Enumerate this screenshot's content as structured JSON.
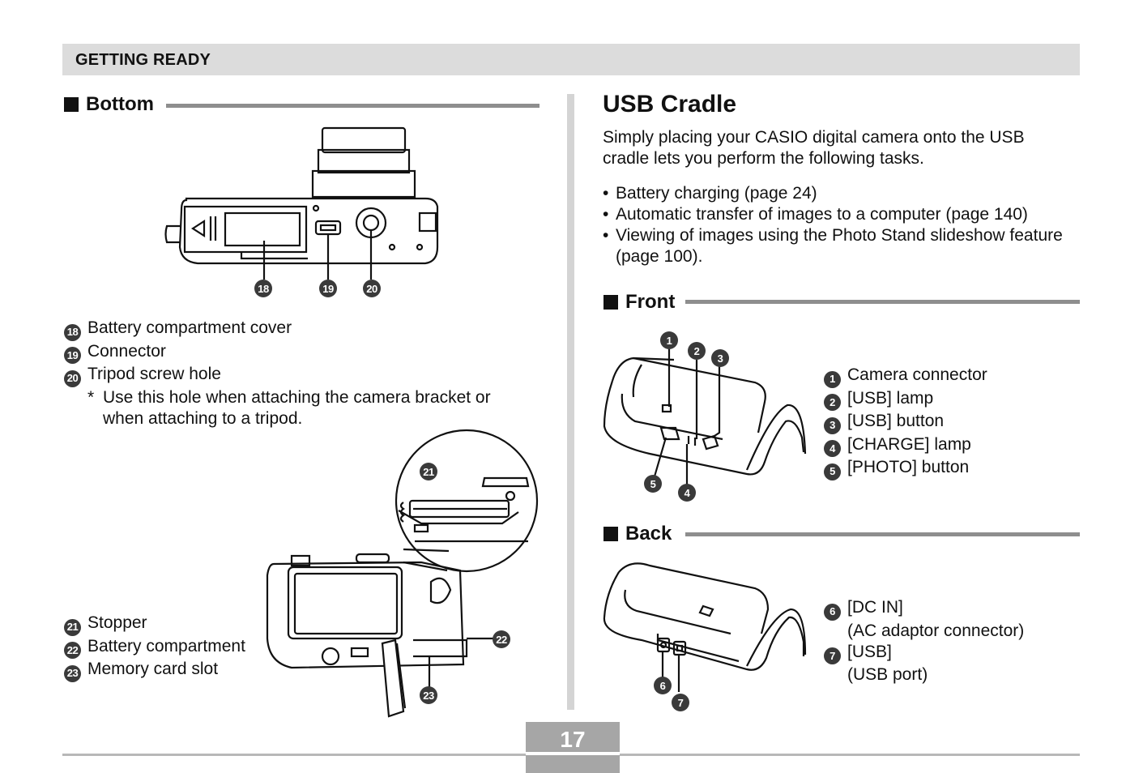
{
  "header": {
    "section_title": "GETTING READY"
  },
  "left": {
    "bottom": {
      "heading": "Bottom",
      "callouts": [
        "18",
        "19",
        "20"
      ],
      "items": [
        {
          "num": "18",
          "label": "Battery compartment cover"
        },
        {
          "num": "19",
          "label": "Connector"
        },
        {
          "num": "20",
          "label": "Tripod screw hole"
        }
      ],
      "note_mark": "*",
      "note": "Use this hole when attaching the camera bracket or when attaching to a tripod."
    },
    "battery": {
      "callouts": [
        "21",
        "22",
        "23"
      ],
      "items": [
        {
          "num": "21",
          "label": "Stopper"
        },
        {
          "num": "22",
          "label": "Battery compartment"
        },
        {
          "num": "23",
          "label": "Memory card slot"
        }
      ]
    }
  },
  "right": {
    "title": "USB Cradle",
    "intro": "Simply placing your CASIO digital camera onto the USB cradle lets you perform the following tasks.",
    "bullets": [
      "Battery charging (page 24)",
      "Automatic transfer of images to a computer (page 140)",
      "Viewing of images using the Photo Stand slideshow feature (page 100)."
    ],
    "front": {
      "heading": "Front",
      "callouts": [
        "1",
        "2",
        "3",
        "4",
        "5"
      ],
      "items": [
        {
          "num": "1",
          "label": "Camera connector"
        },
        {
          "num": "2",
          "label": "[USB] lamp"
        },
        {
          "num": "3",
          "label": "[USB] button"
        },
        {
          "num": "4",
          "label": "[CHARGE] lamp"
        },
        {
          "num": "5",
          "label": "[PHOTO] button"
        }
      ]
    },
    "back": {
      "heading": "Back",
      "callouts": [
        "6",
        "7"
      ],
      "items": [
        {
          "num": "6",
          "label": "[DC IN]",
          "sub": "(AC adaptor connector)"
        },
        {
          "num": "7",
          "label": "[USB]",
          "sub": "(USB port)"
        }
      ]
    }
  },
  "footer": {
    "page_number": "17"
  }
}
